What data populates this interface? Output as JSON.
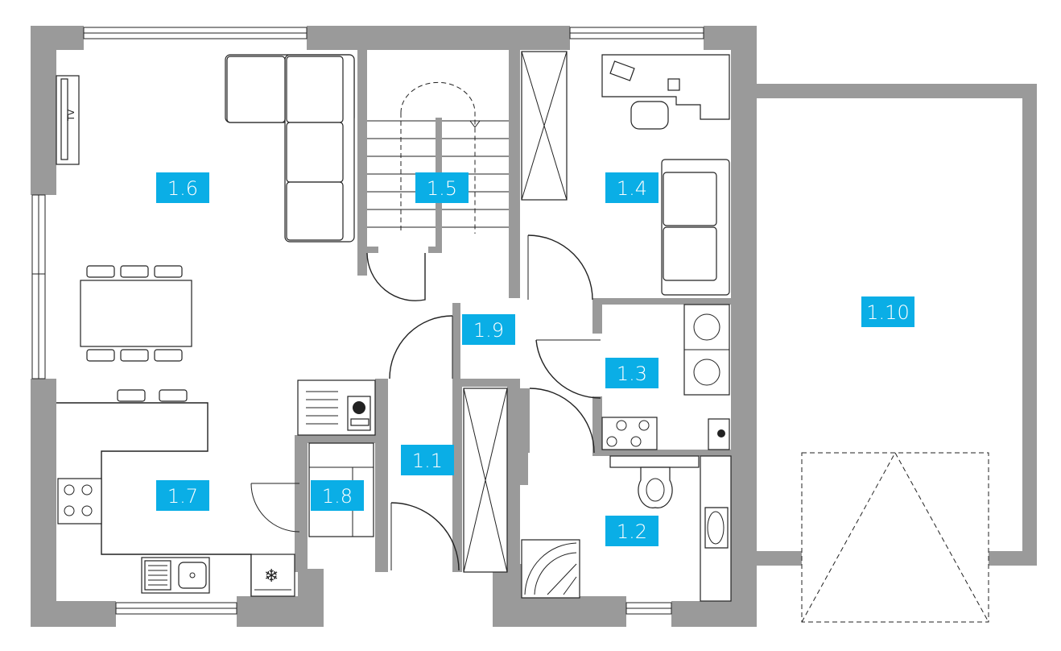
{
  "rooms": [
    {
      "id": "1.1"
    },
    {
      "id": "1.2"
    },
    {
      "id": "1.3"
    },
    {
      "id": "1.4"
    },
    {
      "id": "1.5"
    },
    {
      "id": "1.6"
    },
    {
      "id": "1.7"
    },
    {
      "id": "1.8"
    },
    {
      "id": "1.9"
    },
    {
      "id": "1.10"
    }
  ],
  "tv_label": "TV",
  "colors": {
    "wall": "#9a9a9a",
    "label_bg": "#0aaee6",
    "label_text": "#ffffff",
    "line": "#222222"
  }
}
